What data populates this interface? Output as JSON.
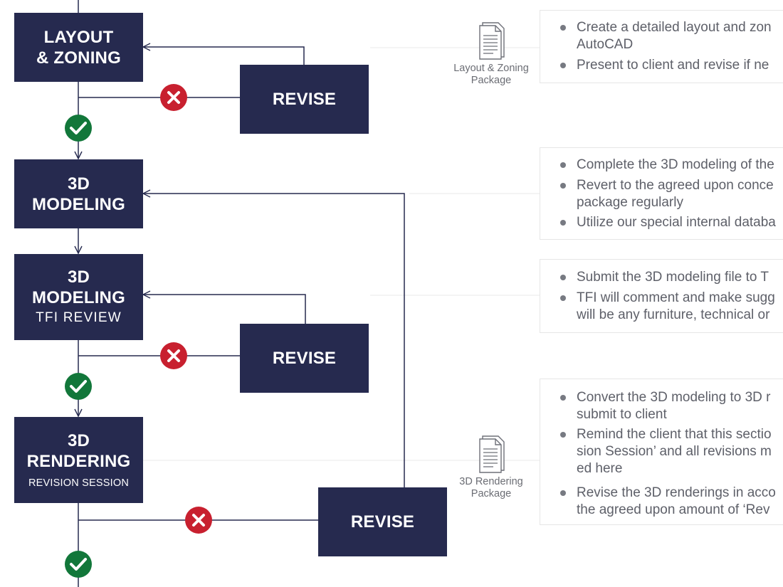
{
  "colors": {
    "node_fill": "#262a4f",
    "line": "#262a4f",
    "approve": "#12773a",
    "reject": "#c8202f",
    "card_text": "#5e6069"
  },
  "nodes": {
    "layout_zoning": {
      "line1": "LAYOUT",
      "line2": "& ZONING"
    },
    "modeling": {
      "line1": "3D",
      "line2": "MODELING"
    },
    "modeling_tfi": {
      "line1": "3D",
      "line2": "MODELING",
      "sub": "TFI REVIEW"
    },
    "rendering": {
      "line1": "3D",
      "line2": "RENDERING",
      "sub": "REVISION SESSION"
    },
    "revise_1": {
      "label": "REVISE"
    },
    "revise_2": {
      "label": "REVISE"
    },
    "revise_3": {
      "label": "REVISE"
    }
  },
  "decision_icons": {
    "approve": "check-icon",
    "reject": "x-icon"
  },
  "packages": {
    "layout": {
      "icon": "document-icon",
      "label": "Layout & Zoning\nPackage"
    },
    "rendering": {
      "icon": "documents-icon",
      "label": "3D Rendering\nPackage"
    }
  },
  "cards": {
    "layout": [
      "Create a detailed layout and zon\nAutoCAD",
      "Present to client and revise if ne"
    ],
    "modeling": [
      "Complete the 3D modeling of the",
      "Revert to the agreed upon conce\npackage regularly",
      "Utilize our special internal databa"
    ],
    "tfi": [
      "Submit the 3D modeling file to T",
      "TFI will comment and make sugg\nwill be any furniture, technical or"
    ],
    "rendering": [
      "Convert the 3D modeling to 3D r\nsubmit to client",
      "Remind the client that this sectio\nsion Session’ and all revisions m\ned here",
      "Revise the 3D renderings in acco\nthe agreed upon amount of ‘Rev"
    ]
  }
}
